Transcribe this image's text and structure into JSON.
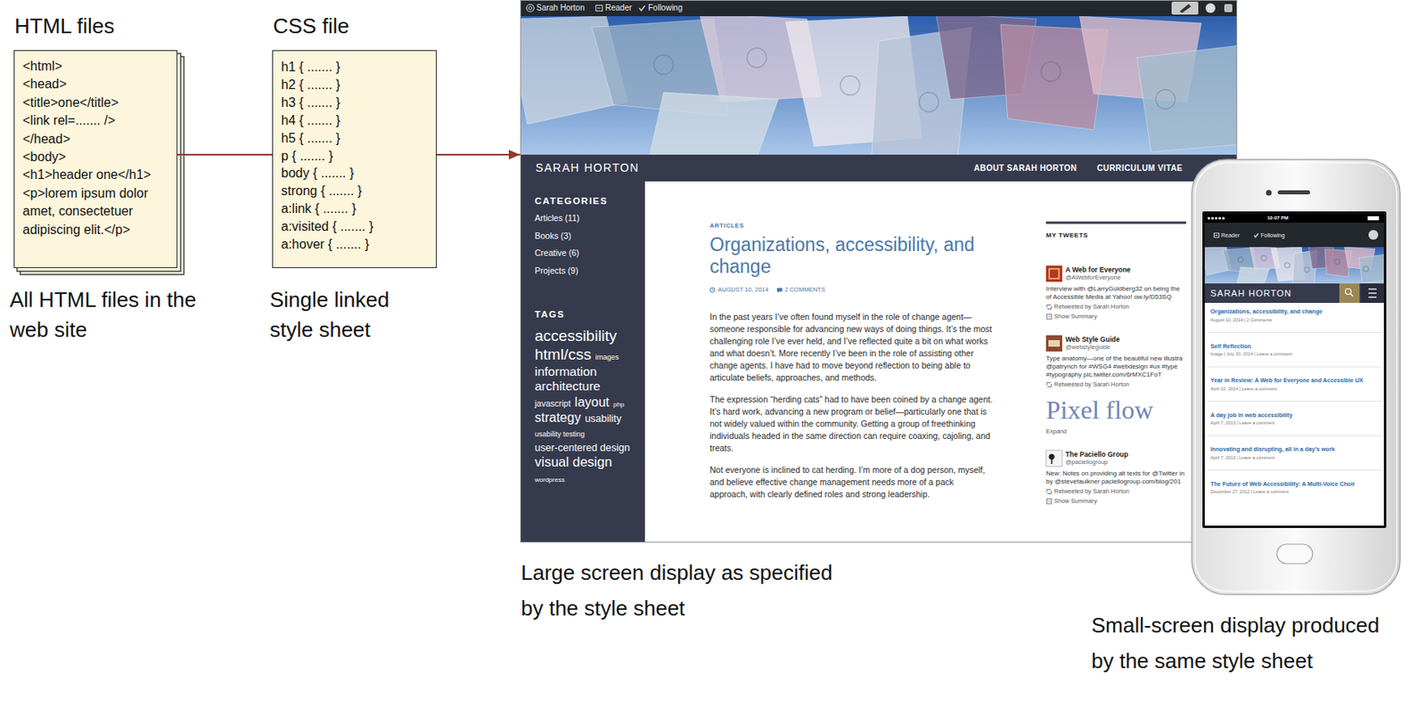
{
  "diagram": {
    "nodes": [
      {
        "text": [
          "HTML files",
          "<html>",
          "<head>",
          "<title>one</title>",
          "<link rel=....... />",
          "</head>",
          "<body>",
          "<h1>header one</h1>",
          "<p>lorem ipsum dolor amet, consectetuer adipiscing elit.</p>",
          "All HTML files in the web site"
        ]
      },
      {
        "text": [
          "CSS file",
          "h1 { ....... }",
          "h2 { ....... }",
          "h3 { ....... }",
          "h4 { ....... }",
          "h5 { ....... }",
          "p { ....... }",
          "body { ....... }",
          "strong { ....... }",
          "a:link { ....... }",
          "a:visited { ....... }",
          "a:hover { ....... }",
          "Single linked style sheet"
        ]
      },
      {
        "text": [
          "Large screen display as specified by the style sheet"
        ]
      },
      {
        "text": [
          "Sarah Horton",
          "Reader",
          "Following"
        ],
        "in": 2
      },
      {
        "text": [
          "SARAH HORTON",
          "ABOUT SARAH HORTON",
          "CURRICULUM VITAE"
        ],
        "in": 2
      },
      {
        "text": [
          "CATEGORIES",
          "Articles (11)",
          "Books (3)",
          "Creative (6)",
          "Projects (9)",
          "TAGS",
          "accessibility",
          "html/css",
          "images",
          "information architecture",
          "javascript",
          "layout",
          "php",
          "strategy",
          "usability",
          "usability testing",
          "user-centered design",
          "visual design",
          "wordpress"
        ],
        "in": 2
      },
      {
        "text": [
          "ARTICLES",
          "Organizations, accessibility, and change",
          "AUGUST 10, 2014",
          "2 COMMENTS",
          "In the past years I’ve often found myself in the role of change agent—someone responsible for advancing new ways of doing things. It’s the most challenging role I’ve ever held, and I’ve reflected quite a bit on what works and what doesn’t. More recently I’ve been in the role of assisting other change agents. I have had to move beyond reflection to being able to articulate beliefs, approaches, and methods.",
          "The expression “herding cats” had to have been coined by a change agent. It’s hard work, advancing a new program or belief—particularly one that is not widely valued within the community. Getting a group of freethinking individuals headed in the same direction can require coaxing, cajoling, and treats.",
          "Not everyone is inclined to cat herding. I’m more of a dog person, myself, and believe effective change management needs more of a pack approach, with clearly defined roles and strong leadership.",
          "MY TWEETS",
          "A Web for Everyone",
          "@AWebforEveryone",
          "Interview with @LarryGoldberg32 on being the of Accessible Media at Yahoo! ow.ly/D53SQ",
          "Retweeted by Sarah Horton",
          "Show Summary",
          "Web Style Guide",
          "@webstyleguide",
          "Type anatomy—one of the beautiful new illustra @patrynch for #WSG4 #webdesign #ux #type #typography pic.twitter.com/6rMXC1FoT",
          "Retweeted by Sarah Horton",
          "Pixel flow",
          "Expand",
          "The Paciello Group",
          "@paciellogroup",
          "New: Notes on providing alt texts for @Twitter in by @stevefaulkner paciellogroup.com/blog/201",
          "Retweeted by Sarah Horton",
          "Show Summary"
        ],
        "in": 2
      },
      {
        "text": [
          "Small-screen display produced by the same style sheet"
        ]
      },
      {
        "text": [
          "10:07 PM",
          "Reader",
          "Following",
          "SARAH HORTON",
          "Organizations, accessibility, and change",
          "August 10, 2014 | 2 Comments",
          "Self Reflection",
          "Image | July 30, 2014 | Leave a comment",
          "Year in Review: A Web for Everyone and Accessible UX",
          "April 10, 2014 | Leave a comment",
          "A day job in web accessibility",
          "April 7, 2013 | Leave a comment",
          "Innovating and disrupting, all in a day’s work",
          "April 7, 2013 | Leave a comment",
          "The Future of Web Accessibility: A Multi-Voice Choir",
          "December 27, 2012 | Leave a comment"
        ],
        "in": 7
      }
    ],
    "edges": [
      {
        "from": 0,
        "to": 1,
        "arrow": "none"
      },
      {
        "from": 1,
        "to": 2,
        "arrow": "to"
      }
    ]
  }
}
